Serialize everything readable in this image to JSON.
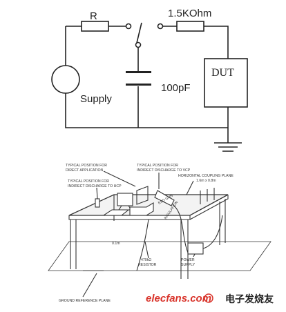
{
  "schematic": {
    "resistor_label": "R",
    "resistor2_label": "1.5KOhm",
    "supply_label": "Supply",
    "capacitor_label": "100pF",
    "dut_label": "DUT"
  },
  "setup_drawing": {
    "label_direct": [
      "TYPICAL POSITION FOR",
      "DIRECT APPLICATION"
    ],
    "label_indirect_vcp": [
      "TYPICAL POSITION FOR",
      "INDIRECT DISCHARGE TO VCP"
    ],
    "label_indirect_hcp": [
      "TYPICAL POSITION FOR",
      "INDIRECT DISCHARGE TO HCP"
    ],
    "label_hcp": [
      "HORIZONTAL COUPLING PLANE",
      "1.6m x 0.8m"
    ],
    "label_gun": "ESD GUN",
    "label_insulation": "INSULATION",
    "label_distance": "0.1m",
    "label_resistor": [
      "470kΩ",
      "RESISTOR"
    ],
    "label_power": [
      "POWER",
      "SUPPLY"
    ],
    "label_ground": "GROUND REFERENCE PLANE"
  },
  "watermark": {
    "site": "elecfans.com",
    "chinese": "电子发烧友"
  },
  "colors": {
    "line": "#222222",
    "drawing": "#333333",
    "watermark_red": "#d9342b"
  }
}
